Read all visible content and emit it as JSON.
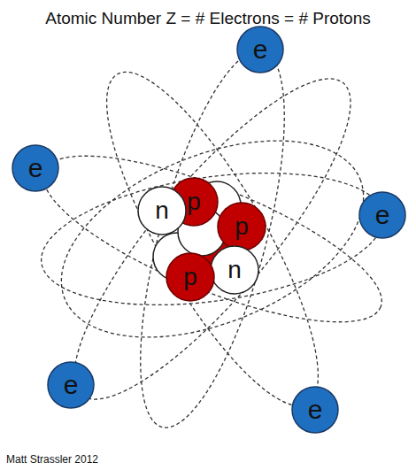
{
  "diagram": {
    "title": "Atomic Number Z = # Electrons = # Protons",
    "nodes": [
      {
        "text": [
          "e"
        ]
      },
      {
        "text": [
          "e"
        ]
      },
      {
        "text": [
          "p"
        ]
      },
      {
        "text": [
          "e"
        ]
      },
      {
        "text": [
          "n"
        ]
      },
      {
        "text": [
          "p"
        ]
      },
      {
        "text": [
          "n"
        ]
      },
      {
        "text": [
          "p"
        ]
      },
      {
        "text": [
          "e"
        ]
      },
      {
        "text": [
          "e"
        ]
      }
    ],
    "labels": [
      "Matt Strassler 2012"
    ]
  }
}
